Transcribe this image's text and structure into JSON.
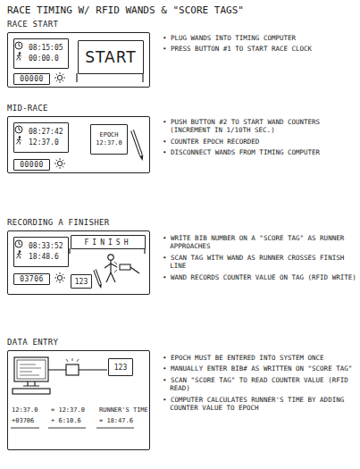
{
  "diagram": {
    "title": "RACE TIMING W/ RFID WANDS & \"SCORE TAGS\"",
    "nodes": [
      {
        "text": [
          "RACE START"
        ]
      },
      {
        "text": [
          "08:15:05",
          "00:00.0"
        ],
        "in": 0
      },
      {
        "text": [
          "00000"
        ],
        "in": 0
      },
      {
        "text": [
          "START"
        ],
        "in": 0
      },
      {
        "text": [
          "MID-RACE"
        ]
      },
      {
        "text": [
          "08:27:42",
          "12:37.0"
        ],
        "in": 4
      },
      {
        "text": [
          "00000"
        ],
        "in": 4
      },
      {
        "text": [
          "EPOCH 12:37.0"
        ],
        "in": 4
      },
      {
        "text": [
          "RECORDING A FINISHER"
        ]
      },
      {
        "text": [
          "08:33:52",
          "18:48.6"
        ],
        "in": 8
      },
      {
        "text": [
          "03706"
        ],
        "in": 8
      },
      {
        "text": [
          "FINISH"
        ],
        "in": 8
      },
      {
        "text": [
          "123"
        ],
        "in": 8
      },
      {
        "text": [
          "DATA ENTRY"
        ]
      },
      {
        "text": [
          "123"
        ],
        "in": 13
      }
    ],
    "labels": [
      "• PLUG WANDS INTO TIMING COMPUTER",
      "• PRESS BUTTON #1 TO START RACE CLOCK",
      "• PUSH BUTTON #2 TO START WAND COUNTERS (INCREMENT IN 1/10TH SEC.)",
      "• COUNTER EPOCH RECORDED",
      "• DISCONNECT WANDS FROM TIMING COMPUTER",
      "• WRITE BIB NUMBER ON A \"SCORE TAG\" AS RUNNER APPROACHES",
      "• SCAN TAG WITH WAND AS RUNNER CROSSES FINISH LINE",
      "• WAND RECORDS COUNTER VALUE ON TAG (RFID WRITE)",
      "• EPOCH MUST BE ENTERED INTO SYSTEM ONCE",
      "• MANUALLY ENTER BIB# AS WRITTEN ON \"SCORE TAG\"",
      "• SCAN \"SCORE TAG\" TO READ COUNTER VALUE (RFID READ)",
      "• COMPUTER CALCULATES RUNNER'S TIME BY ADDING COUNTER VALUE TO EPOCH",
      "12:37.0",
      "+03706",
      "= 12:37.0",
      "+ 6:10.6",
      "RUNNER'S TIME",
      "= 18:47.6"
    ]
  }
}
